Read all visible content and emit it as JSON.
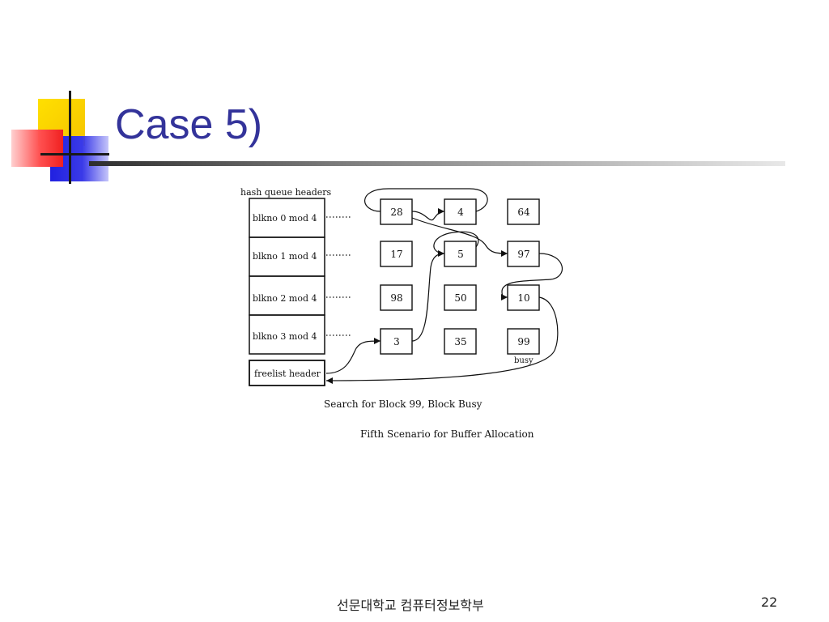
{
  "slide": {
    "title": "Case 5)",
    "footer_text": "선문대학교 컴퓨터정보학부",
    "page_number": "22"
  },
  "diagram": {
    "headers_label": "hash queue headers",
    "rows": [
      "blkno 0 mod 4",
      "blkno 1 mod 4",
      "blkno 2 mod 4",
      "blkno 3 mod 4"
    ],
    "freelist_label": "freelist header",
    "blocks": [
      [
        "28",
        "4",
        "64"
      ],
      [
        "17",
        "5",
        "97"
      ],
      [
        "98",
        "50",
        "10"
      ],
      [
        "3",
        "35",
        "99"
      ]
    ],
    "busy_label": "busy",
    "caption": "Search for Block 99, Block Busy",
    "figure_caption": "Fifth Scenario for Buffer Allocation"
  }
}
